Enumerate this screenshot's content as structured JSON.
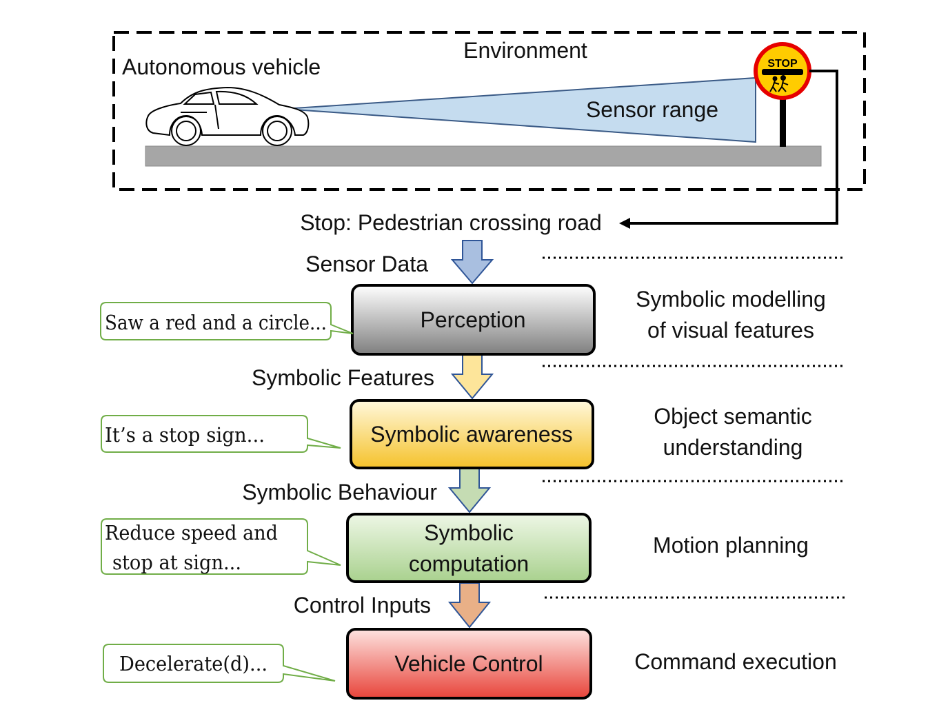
{
  "environment": {
    "title": "Environment",
    "vehicle_label": "Autonomous vehicle",
    "sensor_label": "Sensor range",
    "sign_text": "STOP"
  },
  "signal": {
    "label": "Stop: Pedestrian crossing road"
  },
  "flows": {
    "sensor_data": "Sensor Data",
    "symbolic_features": "Symbolic Features",
    "symbolic_behaviour": "Symbolic Behaviour",
    "control_inputs": "Control Inputs"
  },
  "stages": [
    {
      "label_lines": [
        "Perception"
      ],
      "description_lines": [
        "Symbolic modelling",
        "of visual features"
      ],
      "callout_lines": [
        "Saw a red and a circle..."
      ]
    },
    {
      "label_lines": [
        "Symbolic awareness"
      ],
      "description_lines": [
        "Object semantic",
        "understanding"
      ],
      "callout_lines": [
        "It’s a stop sign..."
      ]
    },
    {
      "label_lines": [
        "Symbolic",
        "computation"
      ],
      "description_lines": [
        "Motion planning"
      ],
      "callout_lines": [
        "Reduce speed and",
        "stop at sign..."
      ]
    },
    {
      "label_lines": [
        "Vehicle Control"
      ],
      "description_lines": [
        "Command execution"
      ],
      "callout_lines": [
        "Decelerate(d)..."
      ]
    }
  ],
  "colors": {
    "perception": [
      "#ffffff",
      "#7f7f7f"
    ],
    "awareness": [
      "#fff8dc",
      "#f5c22b"
    ],
    "computation": [
      "#eef7e6",
      "#a9d18e"
    ],
    "control": [
      "#fde3e0",
      "#e8443a"
    ],
    "sensor_fill": "#c5dcef",
    "road": "#a6a6a6",
    "callout_border": "#70ad47"
  }
}
